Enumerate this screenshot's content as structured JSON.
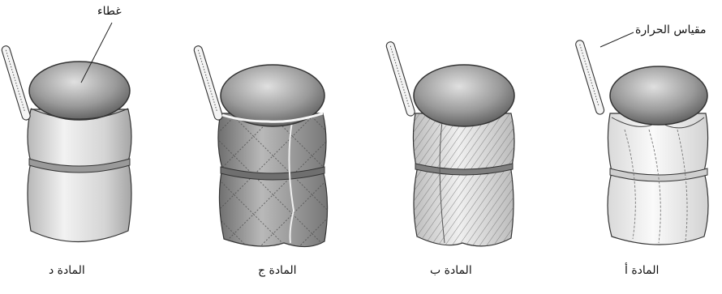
{
  "labels": {
    "cover": "غطاء",
    "thermometer": "مقياس الحرارة",
    "material_a": "المادة أ",
    "material_b": "المادة ب",
    "material_c": "المادة ج",
    "material_d": "المادة د"
  },
  "colors": {
    "outline": "#333333",
    "lid_dark": "#5a5a5a",
    "lid_light": "#d6d6d6",
    "fabric_d": "#cfcfcf",
    "fabric_c": "#9c9c9c",
    "fabric_b": "#dcdcdc",
    "fabric_a": "#eeeeee"
  }
}
